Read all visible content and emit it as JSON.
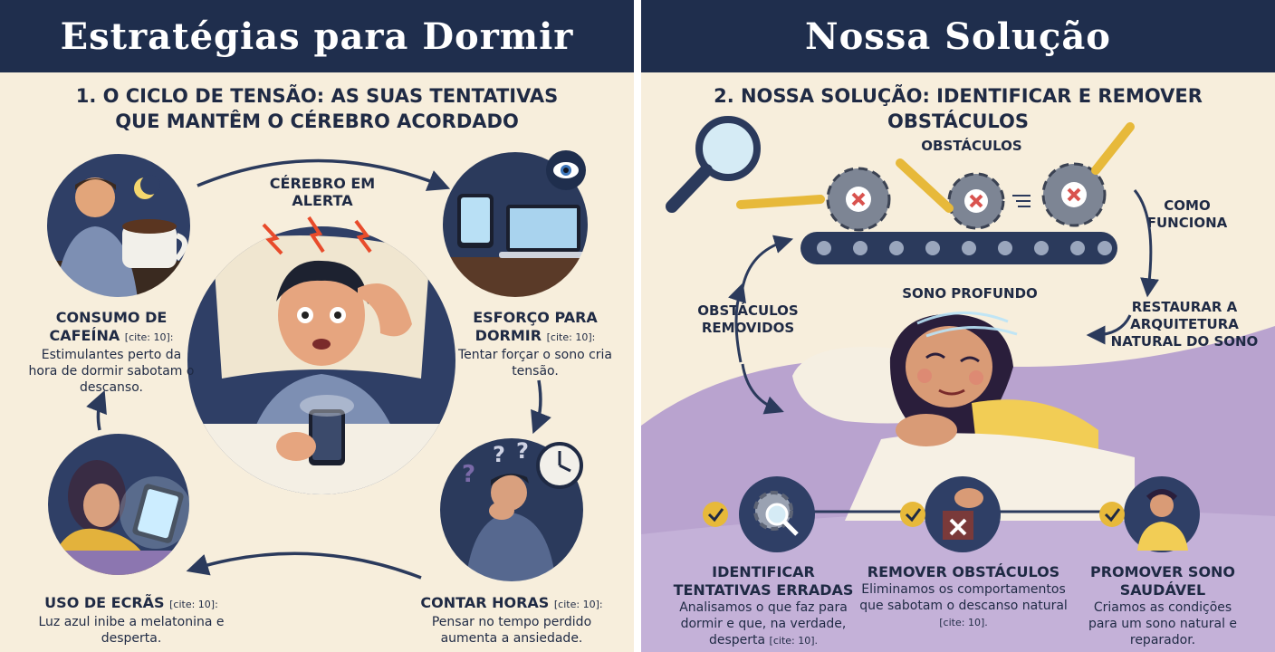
{
  "left": {
    "title": "Estratégias para Dormir",
    "subtitle": "1. O Ciclo de Tensão: as suas tentativas que mantêm  o cérebro acordado",
    "center_label": "Cérebro em alerta",
    "cards": [
      {
        "title": "Consumo de Cafeína",
        "cite": "[cite: 10]:",
        "body": "Estimulantes perto da hora de dormir sabotam o descanso."
      },
      {
        "title": "Esforço para Dormir",
        "cite": "[cite: 10]:",
        "body": "Tentar forçar o sono cria tensão."
      },
      {
        "title": "Uso de ecrãs",
        "cite": "[cite: 10]:",
        "body": "Luz azul inibe a melatonina e desperta."
      },
      {
        "title": "Contar horas",
        "cite": "[cite: 10]:",
        "body": "Pensar no tempo perdido aumenta a ansiedade."
      }
    ]
  },
  "right": {
    "title": "Nossa Solução",
    "subtitle": "2. Nossa Solução: Identificar e Remover Obstáculos",
    "labels": {
      "obstacles": "Obstáculos",
      "how_it_works": "Como funciona",
      "deep_sleep": "Sono profundo",
      "removed": "Obstáculos removidos",
      "restore": "Restaurar a arquitetura natural do sono"
    },
    "steps": [
      {
        "title": "Identificar tentativas erradas",
        "body": "Analisamos o que faz para dormir e que, na verdade, desperta",
        "cite": "[cite: 10]."
      },
      {
        "title": "Remover obstáculos",
        "body": "Eliminamos os comportamentos que sabotam o descanso natural",
        "cite": "[cite: 10]."
      },
      {
        "title": "Promover sono saudável",
        "body": "Criamos as condições para um sono natural e reparador.",
        "cite": ""
      }
    ]
  },
  "colors": {
    "navy": "#1f2e4d",
    "cream": "#f7eedc",
    "purple": "#b9a3cf",
    "gold": "#e7b93a",
    "red_x": "#d9534f"
  }
}
